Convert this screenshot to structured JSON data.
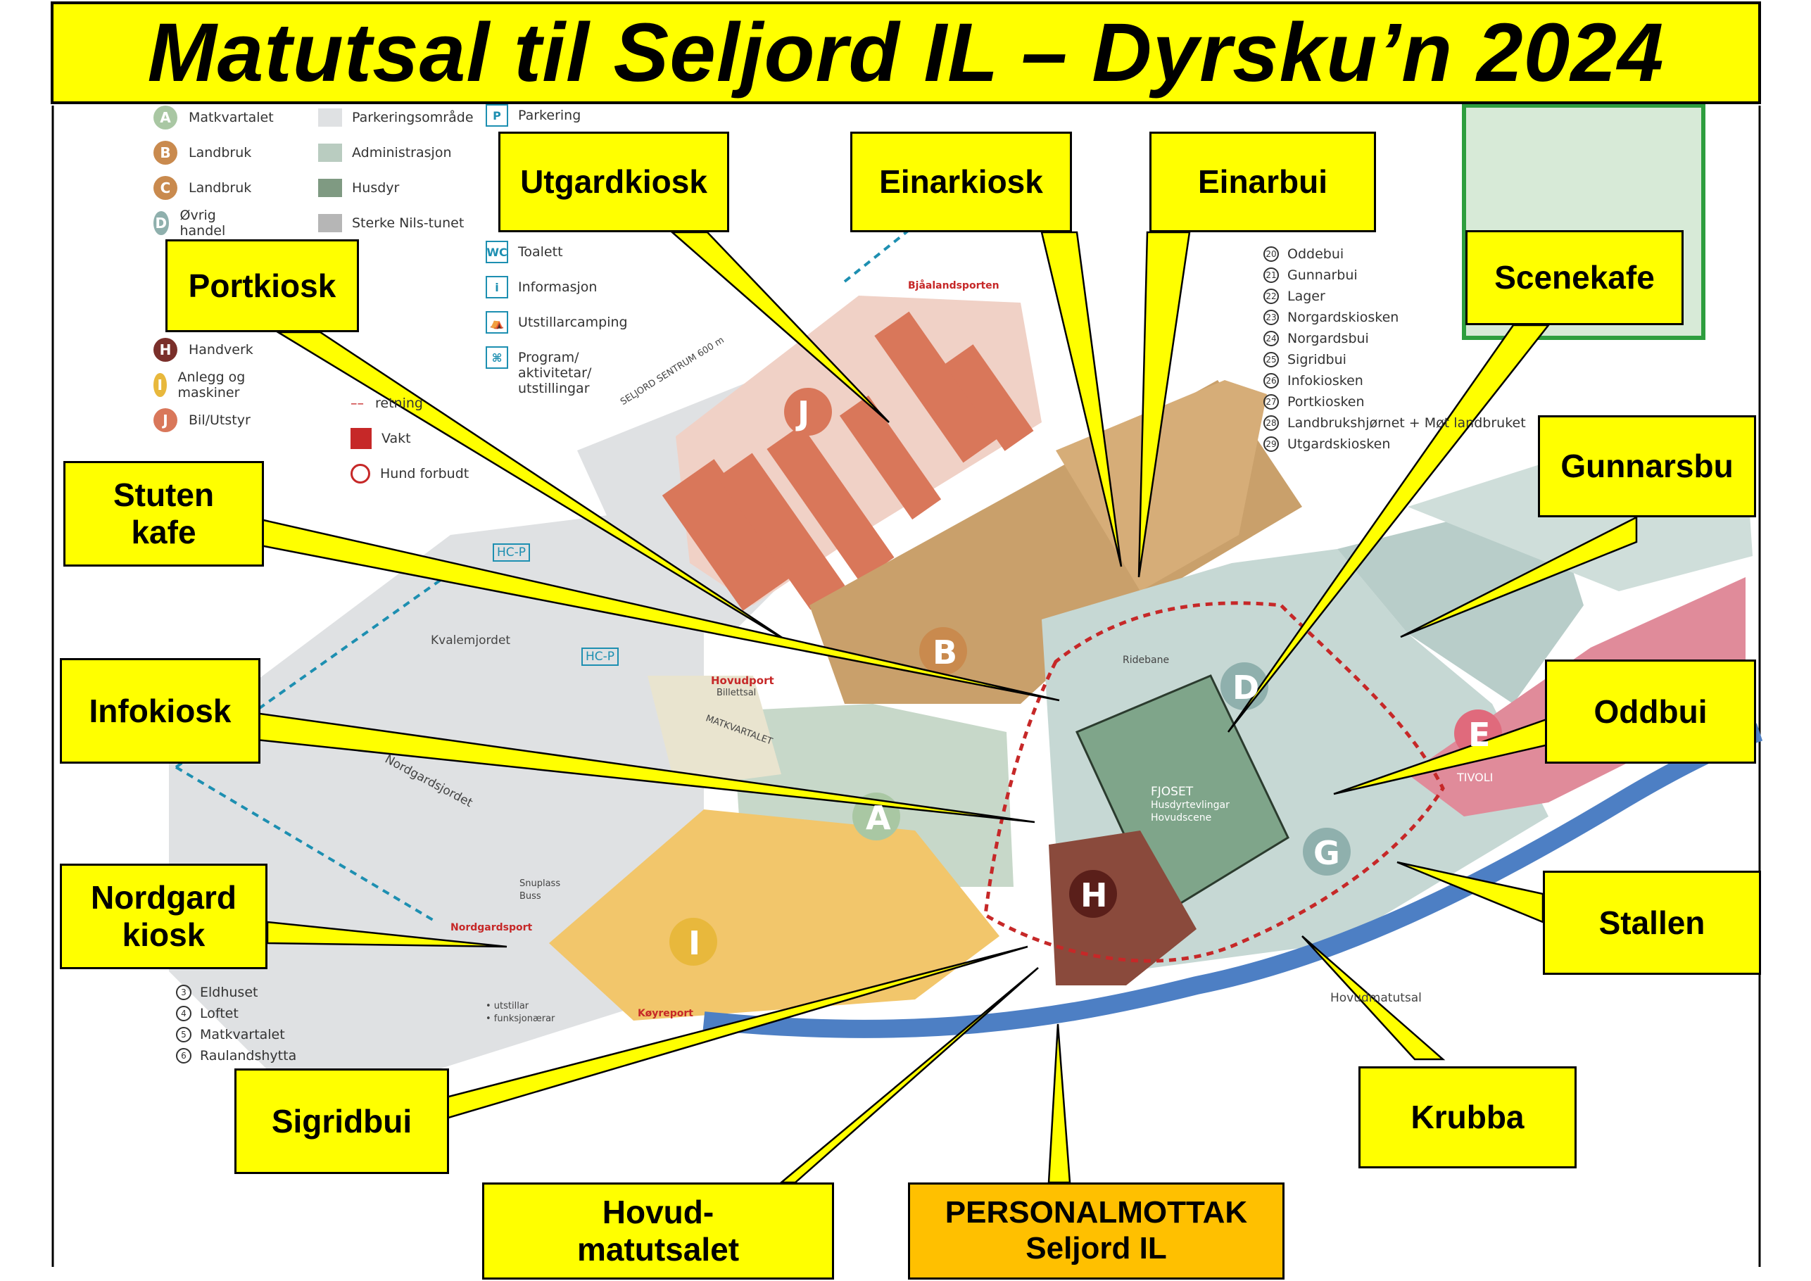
{
  "title": "Matutsal til Seljord IL – Dyrsku’n 2024",
  "colors": {
    "callout_fill": "#ffff00",
    "callout_highlight": "#ffc000",
    "zone_orange": "#d9775a",
    "zone_brown": "#c9a06b",
    "zone_teal": "#9fbdb8",
    "zone_yellow": "#f2c66b",
    "zone_darkbrown": "#8a4a3c",
    "zone_pink": "#e08b9a",
    "zone_green": "#7fa58a",
    "river": "#4d7fc4",
    "accent_blue": "#1d8fb1"
  },
  "callouts": [
    {
      "id": "portkiosk",
      "text": "Portkiosk"
    },
    {
      "id": "utgardkiosk",
      "text": "Utgardkiosk"
    },
    {
      "id": "einarkiosk",
      "text": "Einarkiosk"
    },
    {
      "id": "einarbui",
      "text": "Einarbui"
    },
    {
      "id": "scenekafe",
      "text": "Scenekafe"
    },
    {
      "id": "stuten",
      "text": "Stuten\nkafe"
    },
    {
      "id": "gunnarsbu",
      "text": "Gunnarsbu"
    },
    {
      "id": "infokiosk",
      "text": "Infokiosk"
    },
    {
      "id": "oddbui",
      "text": "Oddbui"
    },
    {
      "id": "nordgard",
      "text": "Nordgard\nkiosk"
    },
    {
      "id": "stallen",
      "text": "Stallen"
    },
    {
      "id": "sigridbui",
      "text": "Sigridbui"
    },
    {
      "id": "krubba",
      "text": "Krubba"
    },
    {
      "id": "hovud",
      "text": "Hovud-\nmatutsalet"
    },
    {
      "id": "personal",
      "text": "PERSONALMOTTAK\nSeljord IL"
    }
  ],
  "legend_zones": [
    {
      "letter": "A",
      "text": "Matkvartalet",
      "color": "#a9c7a3"
    },
    {
      "letter": "B",
      "text": "Landbruk",
      "color": "#c98a4e"
    },
    {
      "letter": "C",
      "text": "Landbruk",
      "color": "#c98a4e"
    },
    {
      "letter": "D",
      "text": "Øvrig handel",
      "color": "#8fb0ad"
    },
    {
      "letter": "H",
      "text": "Handverk",
      "color": "#7a2f2a"
    },
    {
      "letter": "I",
      "text": "Anlegg og maskiner",
      "color": "#e8b83c"
    },
    {
      "letter": "J",
      "text": "Bil/Utstyr",
      "color": "#d9775a"
    }
  ],
  "legend_areas": [
    {
      "text": "Parkeringsområde",
      "color": "#dfe1e3"
    },
    {
      "text": "Administrasjon",
      "color": "#b9ccc0"
    },
    {
      "text": "Husdyr",
      "color": "#7f9a82"
    },
    {
      "text": "Sterke Nils-tunet",
      "color": "#b6b6b6"
    }
  ],
  "legend_icons": [
    {
      "sym": "P",
      "text": "Parkering"
    },
    {
      "sym": "WC",
      "text": "Toalett"
    },
    {
      "sym": "i",
      "text": "Informasjon"
    },
    {
      "sym": "⛺",
      "text": "Utstillarcamping"
    },
    {
      "sym": "⌘",
      "text": "Program/"
    }
  ],
  "legend_icon_lines": [
    "aktivitetar/",
    "utstillingar"
  ],
  "legend_misc": [
    "Vakt",
    "Hund forbudt",
    "retning",
    "Handverk"
  ],
  "numbered_list_right": [
    {
      "n": "20",
      "text": "Oddebui"
    },
    {
      "n": "21",
      "text": "Gunnarbui"
    },
    {
      "n": "22",
      "text": "Lager"
    },
    {
      "n": "23",
      "text": "Norgardskiosken"
    },
    {
      "n": "24",
      "text": "Norgardsbui"
    },
    {
      "n": "25",
      "text": "Sigridbui"
    },
    {
      "n": "26",
      "text": "Infokiosken"
    },
    {
      "n": "27",
      "text": "Portkiosken"
    },
    {
      "n": "28",
      "text": "Landbrukshjørnet + Møt landbruket"
    },
    {
      "n": "29",
      "text": "Utgardskiosken"
    }
  ],
  "numbered_list_left": [
    {
      "n": "3",
      "text": "Eldhuset"
    },
    {
      "n": "4",
      "text": "Loftet"
    },
    {
      "n": "5",
      "text": "Matkvartalet"
    },
    {
      "n": "6",
      "text": "Raulandshytta"
    }
  ],
  "map_labels": {
    "kvalemjordet": "Kvalemjordet",
    "nordgardsjordet": "Nordgardsjordet",
    "hcp1": "HC-P",
    "hcp2": "HC-P",
    "fjoset": "FJOSET",
    "fjoset_sub1": "Husdyrtevlingar",
    "fjoset_sub2": "Hovudscene",
    "ridebane": "Ridebane",
    "tivoli": "TIVOLI",
    "matkvartalet": "MATKVARTALET",
    "hovudport": "Hovudport",
    "billettsal": "Billettsal",
    "nordgardsport": "Nordgardsport",
    "bjaalandsporten": "Bjåalandsporten",
    "seljord_sentrum": "SELJORD SENTRUM 600 m",
    "snuplass": "Snuplass",
    "buss": "Buss",
    "hovudmatutsal": "Hovudmatutsal",
    "utstillar": "• utstillar",
    "funksjonaerar": "• funksjonærar",
    "keyreport": "Køyreport",
    "zone_A": "A",
    "zone_B": "B",
    "zone_D": "D",
    "zone_E": "E",
    "zone_G": "G",
    "zone_H": "H",
    "zone_I": "I",
    "zone_J": "J"
  }
}
